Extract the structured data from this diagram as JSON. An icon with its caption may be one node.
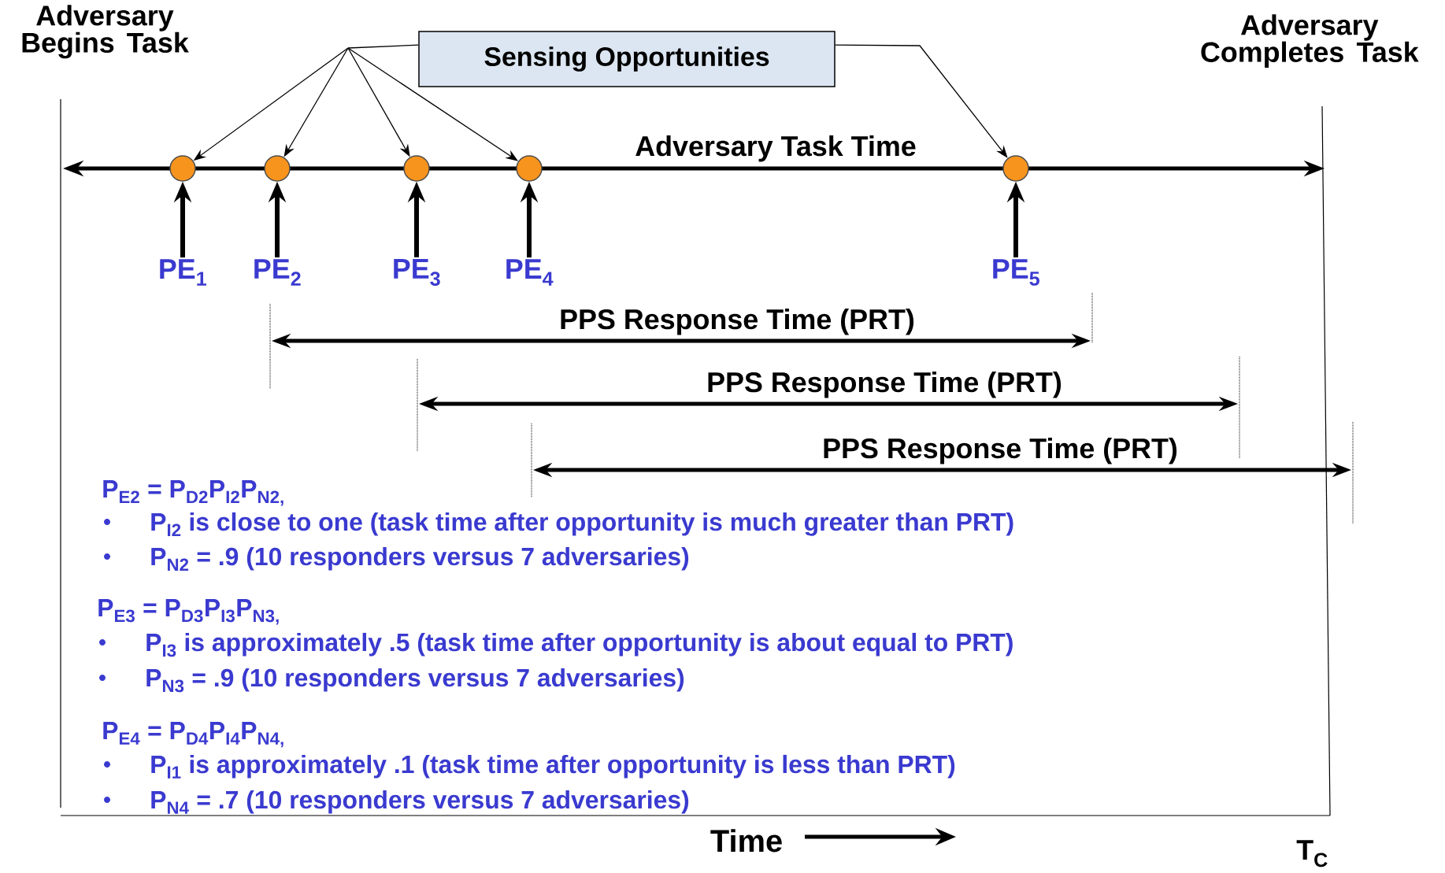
{
  "diagram": {
    "nodes": [
      {
        "text": [
          "Sensing Opportunities"
        ]
      },
      {
        "text": [],
        "shape": "circle"
      },
      {
        "text": [],
        "shape": "circle"
      },
      {
        "text": [],
        "shape": "circle"
      },
      {
        "text": [],
        "shape": "circle"
      },
      {
        "text": [],
        "shape": "circle"
      },
      {
        "text": [
          "PE$_{1}$"
        ]
      },
      {
        "text": [
          "PE$_{2}$"
        ]
      },
      {
        "text": [
          "PE$_{3}$"
        ]
      },
      {
        "text": [
          "PE$_{4}$"
        ]
      },
      {
        "text": [
          "PE$_{5}$"
        ]
      }
    ],
    "edges": [
      {
        "from": 0,
        "to": 1,
        "arrow": "to"
      },
      {
        "from": 0,
        "to": 2,
        "arrow": "to"
      },
      {
        "from": 0,
        "to": 3,
        "arrow": "to"
      },
      {
        "from": 0,
        "to": 4,
        "arrow": "to"
      },
      {
        "from": 0,
        "to": 5,
        "arrow": "to"
      },
      {
        "from": 6,
        "to": 1,
        "arrow": "to",
        "style": "thick"
      },
      {
        "from": 7,
        "to": 2,
        "arrow": "to",
        "style": "thick"
      },
      {
        "from": 8,
        "to": 3,
        "arrow": "to",
        "style": "thick"
      },
      {
        "from": 9,
        "to": 4,
        "arrow": "to",
        "style": "thick"
      },
      {
        "from": 10,
        "to": 5,
        "arrow": "to",
        "style": "thick"
      }
    ],
    "labels": [
      "Adversary Begins Task",
      "Adversary Completes Task",
      "Adversary Task Time",
      "PPS Response Time (PRT)",
      "PPS Response Time (PRT)",
      "PPS Response Time (PRT)",
      "P$_{E2}$ = P$_{D2}$P$_{I2}$P$_{N2,}$",
      "P$_{I2}$ is close to one (task time after opportunity is much greater than PRT)",
      "P$_{N2}$ = .9 (10 responders versus 7 adversaries)",
      "P$_{E3}$ = P$_{D3}$P$_{I3}$P$_{N3,}$",
      "P$_{I3}$ is approximately .5 (task time after opportunity is about equal to PRT)",
      "P$_{N3}$ = .9 (10 responders versus 7 adversaries)",
      "P$_{E4}$ = P$_{D4}$P$_{I4}$P$_{N4,}$",
      "P$_{I1}$ is approximately .1 (task time after opportunity is less than PRT)",
      "P$_{N4}$ = .7 (10 responders versus 7 adversaries)",
      "Time",
      "T$_{C}$"
    ]
  }
}
